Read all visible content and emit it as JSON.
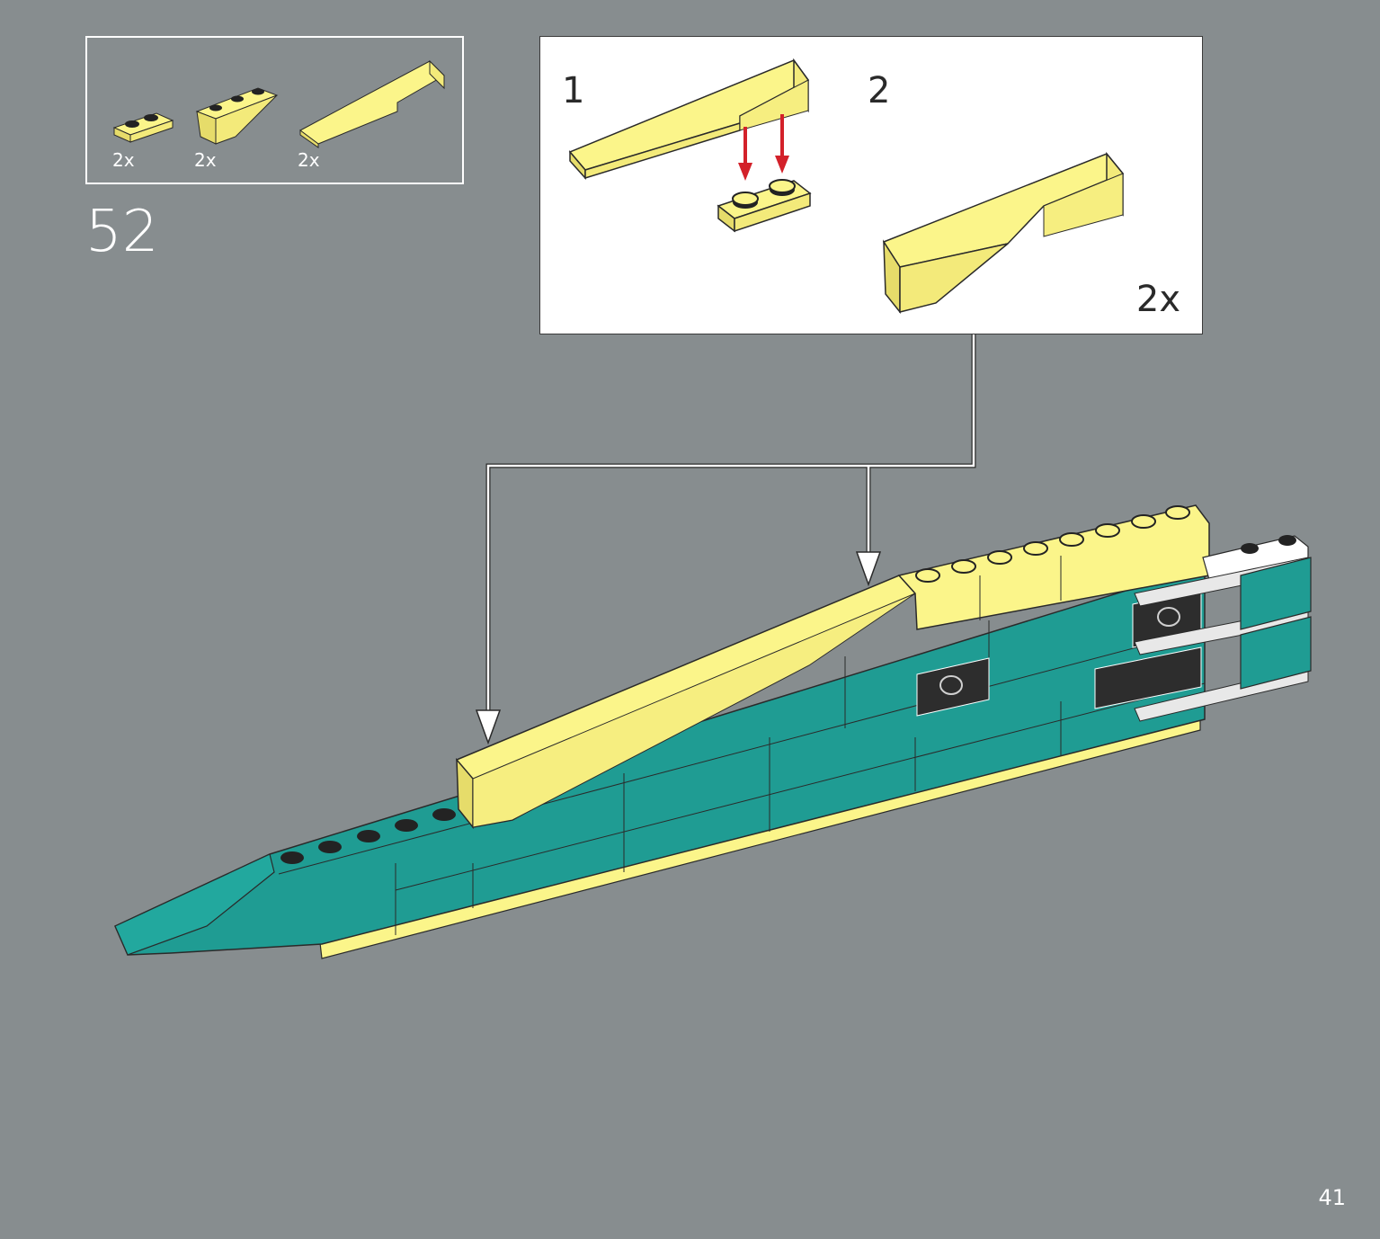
{
  "colors": {
    "background": "#878d8f",
    "bright_light_yellow": "#fbf58a",
    "dark_turquoise": "#1f9c93",
    "black": "#232323",
    "white": "#ffffff",
    "arrow_red": "#d3212a"
  },
  "parts_list": {
    "items": [
      {
        "icon": "plate-1x2-icon",
        "quantity": "2x"
      },
      {
        "icon": "slope-inverted-icon",
        "quantity": "2x"
      },
      {
        "icon": "wedge-slope-long-icon",
        "quantity": "2x"
      }
    ]
  },
  "step": {
    "number": "52"
  },
  "sub_assembly": {
    "steps": [
      {
        "number": "1"
      },
      {
        "number": "2"
      }
    ],
    "multiplier": "2x"
  },
  "page": {
    "number": "41"
  }
}
